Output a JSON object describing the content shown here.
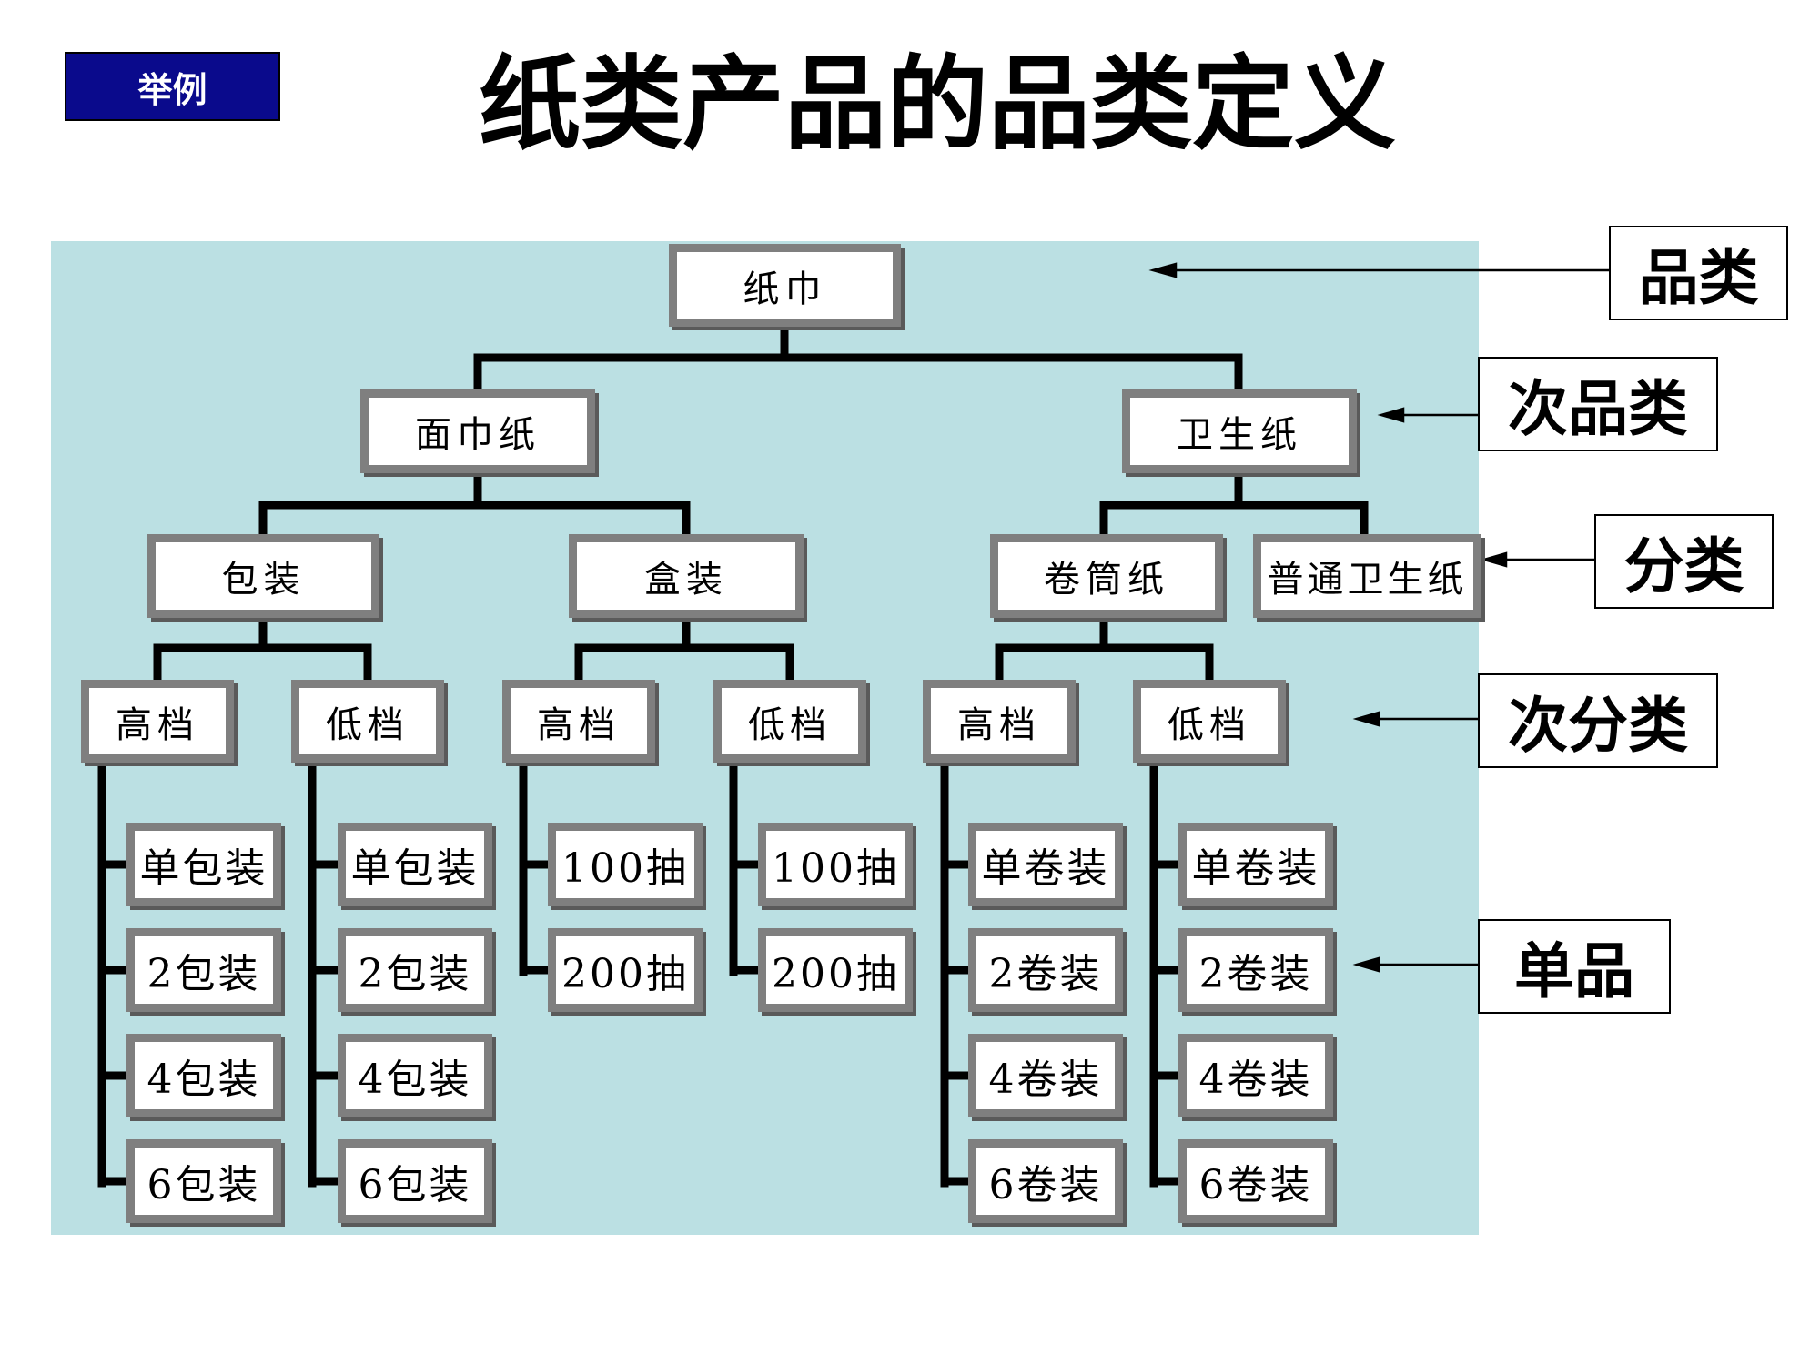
{
  "badge": "举例",
  "title": "纸类产品的品类定义",
  "tree": {
    "root": "纸巾",
    "sub_category": [
      "面巾纸",
      "卫生纸"
    ],
    "category": [
      "包装",
      "盒装",
      "卷筒纸",
      "普通卫生纸"
    ],
    "sub_class": [
      "高档",
      "低档",
      "高档",
      "低档",
      "高档",
      "低档"
    ],
    "items": {
      "col1": [
        "单包装",
        "2包装",
        "4包装",
        "6包装"
      ],
      "col2": [
        "单包装",
        "2包装",
        "4包装",
        "6包装"
      ],
      "col3": [
        "100抽",
        "200抽"
      ],
      "col4": [
        "100抽",
        "200抽"
      ],
      "col5": [
        "单卷装",
        "2卷装",
        "4卷装",
        "6卷装"
      ],
      "col6": [
        "单卷装",
        "2卷装",
        "4卷装",
        "6卷装"
      ]
    }
  },
  "levels": [
    "品类",
    "次品类",
    "分类",
    "次分类",
    "单品"
  ]
}
